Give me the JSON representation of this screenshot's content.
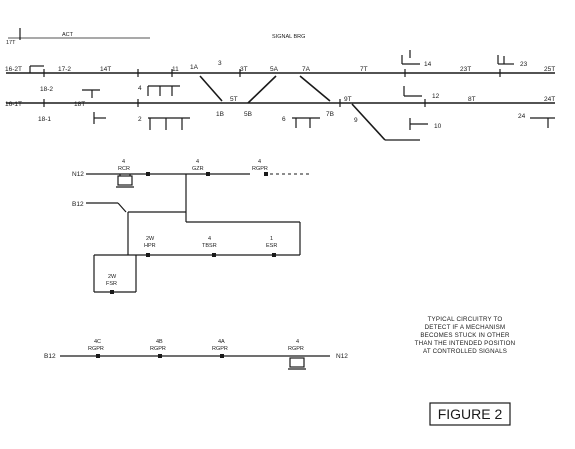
{
  "track_plan": {
    "header_marks": [
      "17T",
      "ACT",
      "SIGNAL BRG"
    ],
    "row1": [
      "16-2T",
      "17-2",
      "14T",
      "11",
      "1A",
      "3",
      "3T",
      "5A",
      "7A",
      "7T",
      "14",
      "23T",
      "23",
      "25T"
    ],
    "row2": [
      "18-2",
      "4",
      "1B",
      "5T",
      "5B",
      "7B",
      "9T",
      "12",
      "8T",
      "24T"
    ],
    "row3": [
      "16-1T",
      "18T"
    ],
    "row4": [
      "18-1",
      "2",
      "6",
      "9",
      "10",
      "24"
    ]
  },
  "circuit_1": {
    "feed": "N12",
    "relays": [
      {
        "num": "4",
        "name": "RCR"
      },
      {
        "num": "4",
        "name": "GZR"
      },
      {
        "num": "4",
        "name": "RGPR"
      }
    ]
  },
  "circuit_2": {
    "feed": "B12",
    "relays": [
      {
        "num": "2W",
        "name": "HPR"
      },
      {
        "num": "4",
        "name": "TBSR"
      },
      {
        "num": "1",
        "name": "ESR"
      },
      {
        "num": "2W",
        "name": "FSR"
      }
    ]
  },
  "circuit_3": {
    "feed_left": "B12",
    "feed_right": "N12",
    "relays": [
      {
        "num": "4C",
        "name": "RGPR"
      },
      {
        "num": "4B",
        "name": "RGPR"
      },
      {
        "num": "4A",
        "name": "RGPR"
      },
      {
        "num": "4",
        "name": "RGPR"
      }
    ]
  },
  "caption": [
    "TYPICAL CIRCUITRY TO",
    "DETECT IF A MECHANISM",
    "BECOMES STUCK IN OTHER",
    "THAN THE INTENDED POSITION",
    "AT CONTROLLED SIGNALS"
  ],
  "figure_label": "FIGURE 2"
}
